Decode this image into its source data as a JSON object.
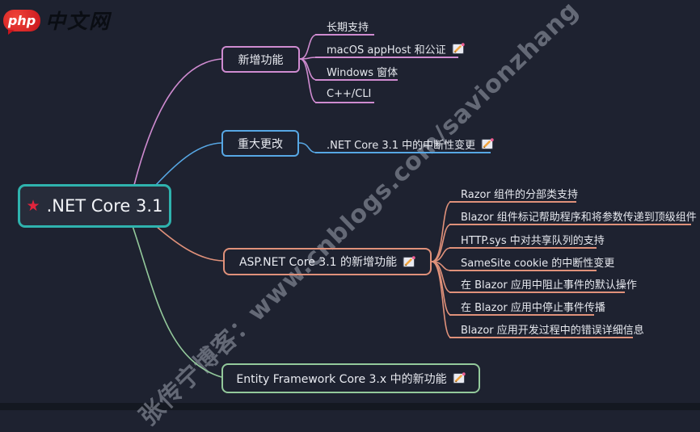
{
  "logo": {
    "badge": "php",
    "site": "中文网"
  },
  "watermark": {
    "text": "张传宁博客：www.cnblogs.com/savionzhang"
  },
  "root": {
    "label": ".NET Core 3.1",
    "icon": "star-icon"
  },
  "branches": [
    {
      "label": "新增功能",
      "color": "#cf8bd0",
      "children": [
        {
          "label": "长期支持"
        },
        {
          "label": "macOS appHost 和公证",
          "icon": "note-icon"
        },
        {
          "label": "Windows 窗体"
        },
        {
          "label": "C++/CLI"
        }
      ]
    },
    {
      "label": "重大更改",
      "color": "#57a7e4",
      "children": [
        {
          "label": ".NET Core 3.1 中的中断性变更",
          "icon": "note-icon"
        }
      ]
    },
    {
      "label": "ASP.NET Core 3.1 的新增功能",
      "icon": "note-icon",
      "color": "#e0917a",
      "children": [
        {
          "label": "Razor 组件的分部类支持"
        },
        {
          "label": "Blazor 组件标记帮助程序和将参数传递到顶级组件"
        },
        {
          "label": "HTTP.sys 中对共享队列的支持"
        },
        {
          "label": "SameSite cookie 的中断性变更"
        },
        {
          "label": "在 Blazor 应用中阻止事件的默认操作"
        },
        {
          "label": "在 Blazor 应用中停止事件传播"
        },
        {
          "label": "Blazor 应用开发过程中的错误详细信息"
        }
      ]
    },
    {
      "label": "Entity Framework Core 3.x 中的新功能",
      "icon": "note-icon",
      "color": "#93c99b",
      "children": []
    }
  ],
  "colors": {
    "background": "#1e2230",
    "root_border": "#2fb3ae",
    "branch_purple": "#cf8bd0",
    "branch_blue": "#57a7e4",
    "branch_salmon": "#e0917a",
    "branch_green": "#93c99b",
    "star_red": "#e0243c",
    "watermark": "#9ea4b0"
  }
}
